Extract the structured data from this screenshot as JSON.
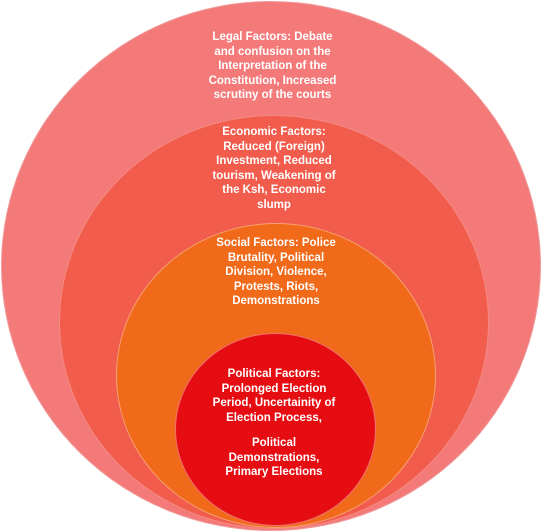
{
  "diagram": {
    "rings": [
      {
        "id": "legal",
        "color": "#f47a7a",
        "text": "Legal Factors: Debate\nand confusion  on the\nInterpretation of the\nConstitution, Increased\nscrutiny of the courts"
      },
      {
        "id": "economic",
        "color": "#f25c4c",
        "text": "Economic Factors:\nReduced (Foreign)\nInvestment, Reduced\ntourism,  Weakening of\nthe Ksh,  Economic\nslump"
      },
      {
        "id": "social",
        "color": "#f06a1a",
        "text": "Social Factors:  Police\nBrutality, Political\nDivision, Violence,\nProtests, Riots,\nDemonstrations"
      },
      {
        "id": "political",
        "color": "#e60d12",
        "text": "Political  Factors:\nProlonged Election\nPeriod, Uncertainity of\nElection Process,",
        "text_extra": "Political\nDemonstrations,\nPrimary Elections"
      }
    ]
  }
}
